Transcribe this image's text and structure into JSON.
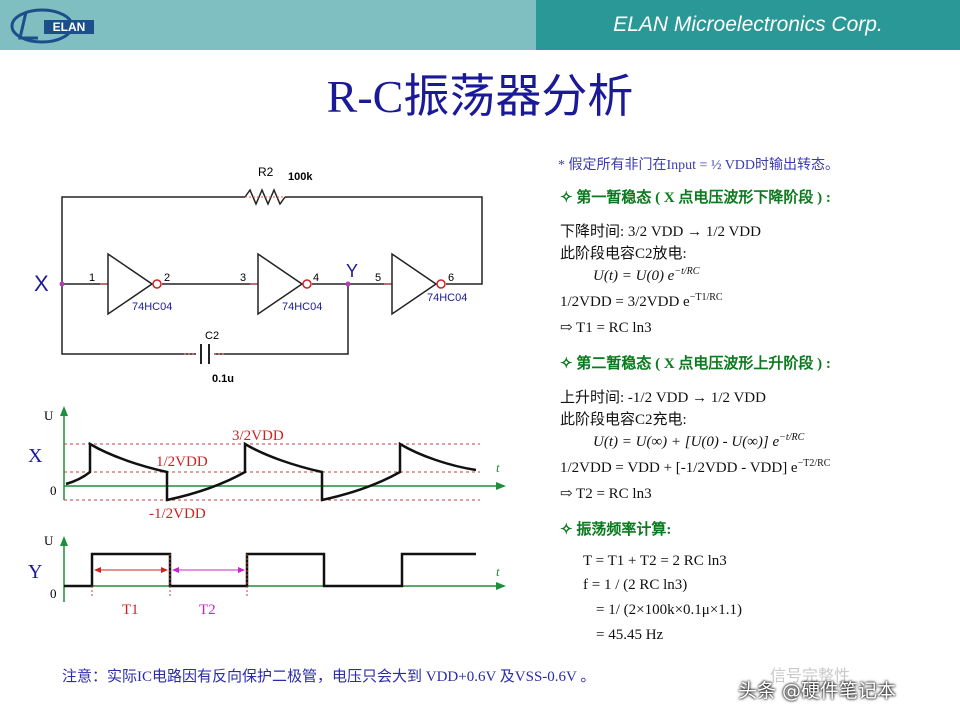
{
  "header": {
    "company": "ELAN Microelectronics Corp.",
    "logo_text": "ELAN"
  },
  "title": "R-C振荡器分析",
  "circuit": {
    "r2_label": "R2",
    "r2_value": "100k",
    "c2_label": "C2",
    "c2_value": "0.1u",
    "node_x": "X",
    "node_y": "Y",
    "pins": [
      "1",
      "2",
      "3",
      "4",
      "5",
      "6"
    ],
    "chip": "74HC04"
  },
  "waveform_x": {
    "label": "X",
    "axis_u": "U",
    "axis_t": "t",
    "zero": "0",
    "level_high": "3/2VDD",
    "level_mid": "1/2VDD",
    "level_low": "-1/2VDD"
  },
  "waveform_y": {
    "label": "Y",
    "axis_u": "U",
    "axis_t": "t",
    "zero": "0",
    "t1": "T1",
    "t2": "T2"
  },
  "analysis": {
    "assumption": "* 假定所有非门在Input = ½ VDD时输出转态。",
    "stage1_title": "✧ 第一暂稳态 ( X 点电压波形下降阶段 ) :",
    "stage1_lines": [
      "下降时间: 3/2 VDD → 1/2 VDD",
      "此阶段电容C2放电:"
    ],
    "stage1_eq1": "U(t) = U(0) e",
    "stage1_eq1_sup": "−t/RC",
    "stage1_eq2": "1/2VDD = 3/2VDD  e",
    "stage1_eq2_sup": "−T1/RC",
    "stage1_result": "⇨      T1 = RC ln3",
    "stage2_title": "✧ 第二暂稳态 ( X 点电压波形上升阶段 ) :",
    "stage2_lines": [
      "上升时间: -1/2 VDD → 1/2 VDD",
      "此阶段电容C2充电:"
    ],
    "stage2_eq1": "U(t) = U(∞) + [U(0) - U(∞)] e",
    "stage2_eq1_sup": "−t/RC",
    "stage2_eq2": "1/2VDD = VDD + [-1/2VDD - VDD] e",
    "stage2_eq2_sup": "−T2/RC",
    "stage2_result": "⇨      T2 = RC ln3",
    "freq_title": "✧ 振荡频率计算:",
    "freq_lines": [
      "T = T1 + T2  = 2 RC ln3",
      "f  = 1 / (2 RC ln3)",
      "= 1/ (2×100k×0.1μ×1.1)",
      "=  45.45 Hz"
    ]
  },
  "footer": "注意：实际IC电路因有反向保护二极管，电压只会大到 VDD+0.6V 及VSS-0.6V 。",
  "watermark": {
    "line1": "信号完整性",
    "line2": "头条 @硬件笔记本"
  },
  "colors": {
    "header_light": "#7fbfc1",
    "header_dark": "#2a9896",
    "title": "#1a1a99",
    "green": "#0b7a1e",
    "red": "#cc2222",
    "magenta": "#cc22cc"
  }
}
